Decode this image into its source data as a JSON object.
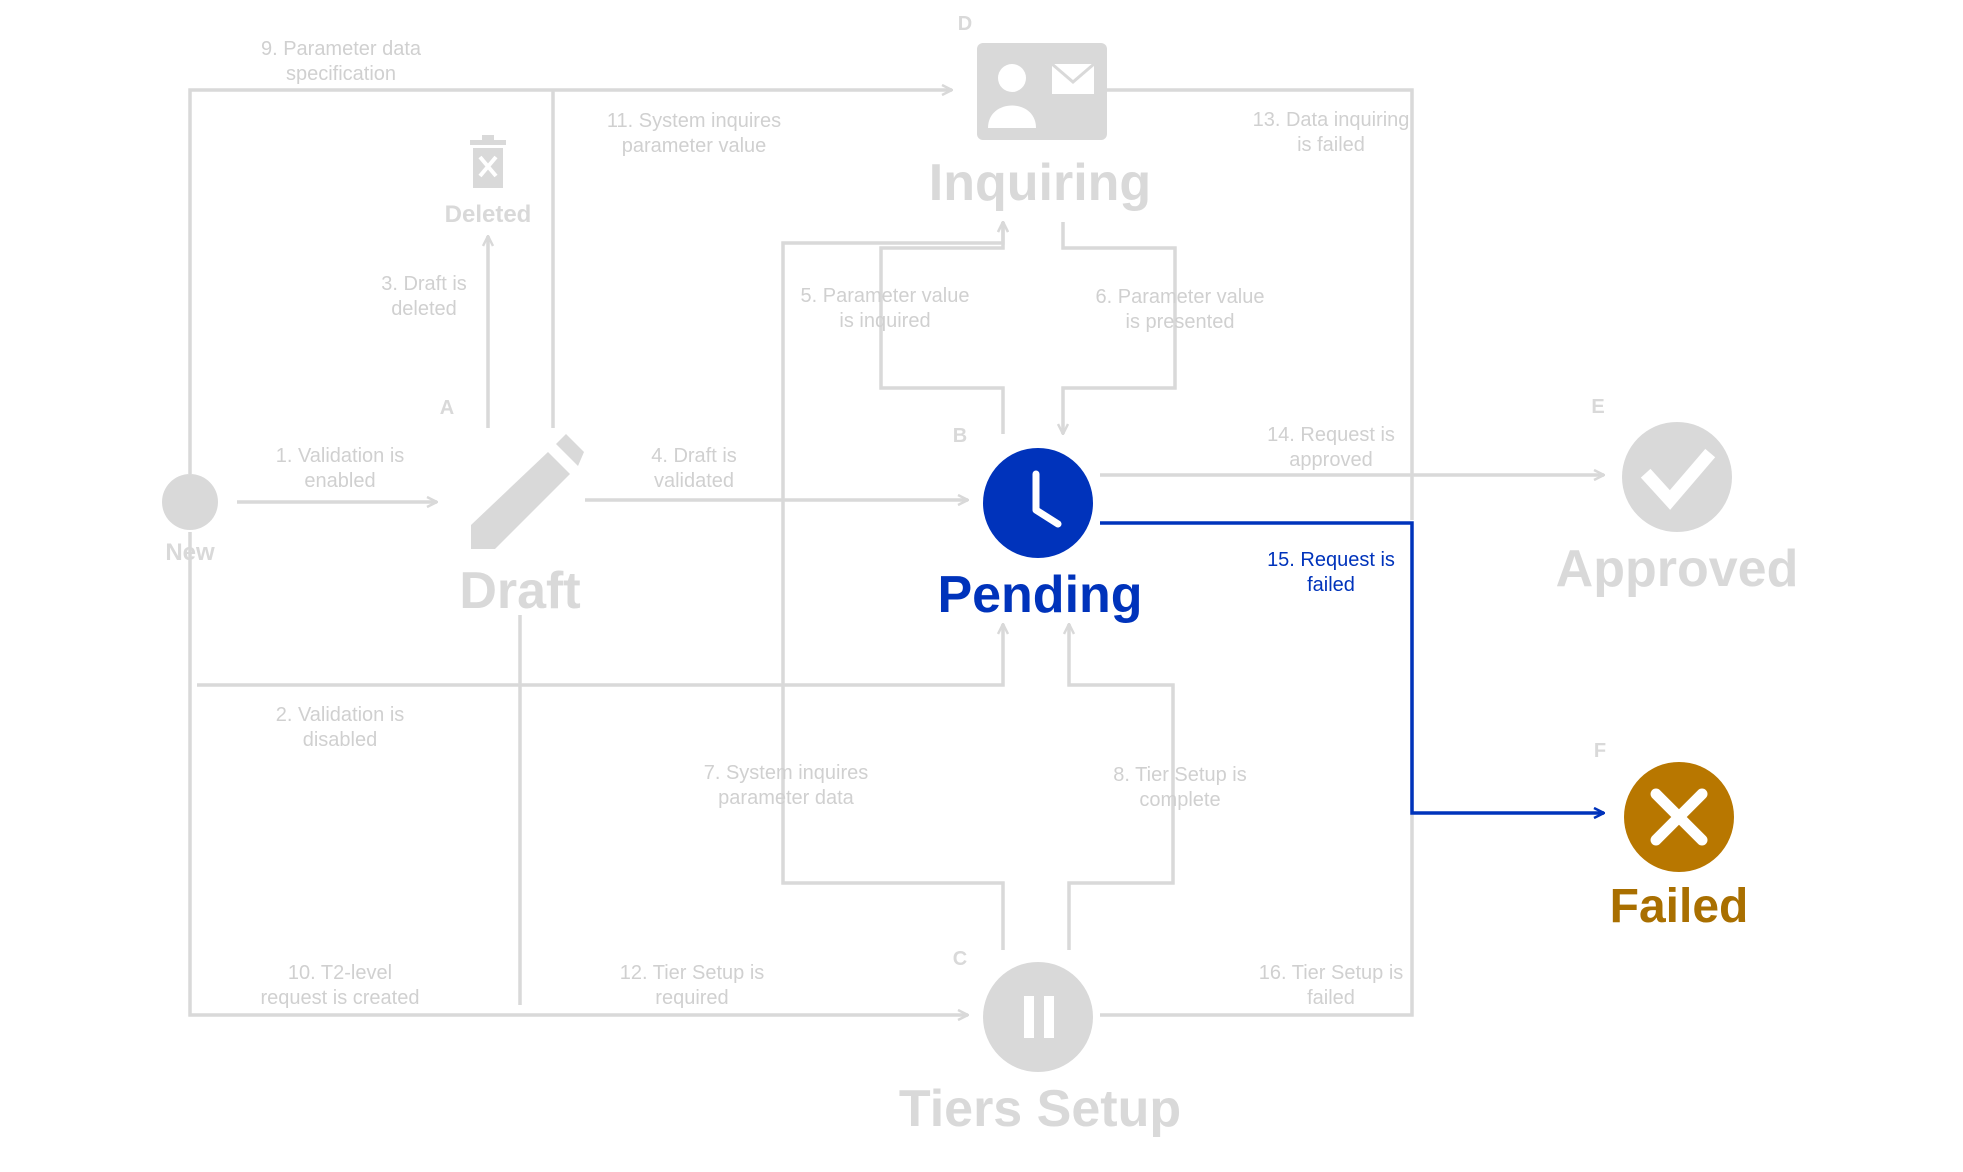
{
  "states": {
    "new": {
      "name": "New"
    },
    "draft": {
      "letter": "A",
      "name": "Draft"
    },
    "deleted": {
      "name": "Deleted"
    },
    "pending": {
      "letter": "B",
      "name": "Pending"
    },
    "tiers_setup": {
      "letter": "C",
      "name": "Tiers Setup"
    },
    "inquiring": {
      "letter": "D",
      "name": "Inquiring"
    },
    "approved": {
      "letter": "E",
      "name": "Approved"
    },
    "failed": {
      "letter": "F",
      "name": "Failed"
    }
  },
  "transitions": {
    "t1": [
      "1. Validation is",
      "enabled"
    ],
    "t2": [
      "2. Validation is",
      "disabled"
    ],
    "t3": [
      "3. Draft is",
      "deleted"
    ],
    "t4": [
      "4. Draft is",
      "validated"
    ],
    "t5": [
      "5. Parameter value",
      "is inquired"
    ],
    "t6": [
      "6. Parameter value",
      "is presented"
    ],
    "t7": [
      "7. System inquires",
      "parameter data"
    ],
    "t8": [
      "8. Tier Setup is",
      "complete"
    ],
    "t9": [
      "9. Parameter data",
      "specification"
    ],
    "t10": [
      "10. T2-level",
      "request is created"
    ],
    "t11": [
      "11. System inquires",
      "parameter value"
    ],
    "t12": [
      "12. Tier Setup is",
      "required"
    ],
    "t13": [
      "13. Data inquiring",
      "is failed"
    ],
    "t14": [
      "14. Request is",
      "approved"
    ],
    "t15": [
      "15. Request is",
      "failed"
    ],
    "t16": [
      "16. Tier Setup is",
      "failed"
    ]
  },
  "colors": {
    "inactive": "#d9d9d9",
    "inactive_text": "#d0d0d0",
    "active": "#0033bb",
    "failed": "#b87700"
  },
  "icons": {
    "new": "filled-circle-icon",
    "draft": "pencil-icon",
    "deleted": "trash-icon",
    "pending": "clock-icon",
    "tiers_setup": "pause-icon",
    "inquiring": "contact-card-icon",
    "approved": "check-circle-icon",
    "failed": "x-circle-icon"
  }
}
